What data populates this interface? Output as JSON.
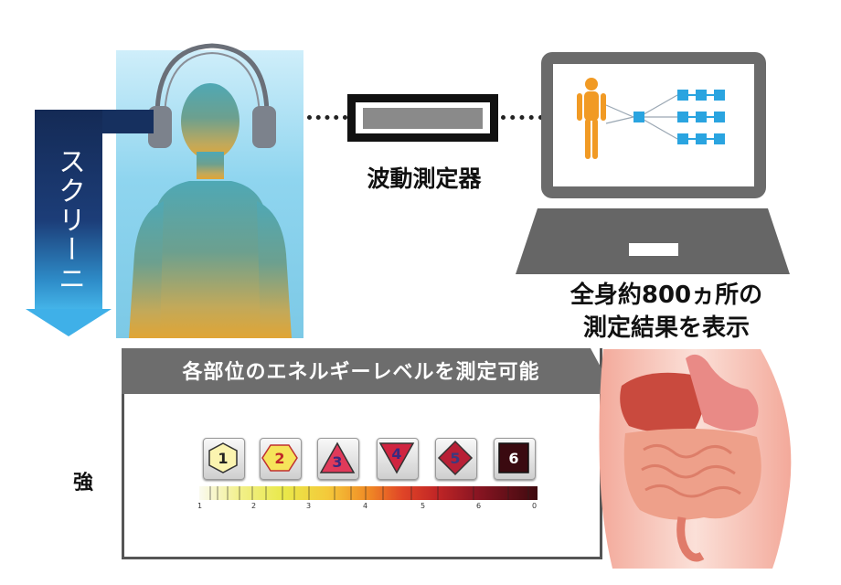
{
  "screening_label": "スクリーニング",
  "device_label": "波動測定器",
  "result_text_line1": "全身約800ヵ所の",
  "result_text_line2": "測定結果を表示",
  "panel_title": "各部位のエネルギーレベルを測定可能",
  "strength_label": "強",
  "levels": [
    "1",
    "2",
    "3",
    "4",
    "5",
    "6"
  ],
  "scale_ticks": [
    "1",
    "2",
    "3",
    "4",
    "5",
    "6",
    "0"
  ],
  "colors": {
    "scan": "#8fd5ef",
    "arrow": "#16305f",
    "panel": "#6d6d6d"
  },
  "icons": [
    "headphones-icon",
    "human-silhouette-icon",
    "monitor-icon",
    "body-figure-icon",
    "digestive-organs-icon"
  ]
}
